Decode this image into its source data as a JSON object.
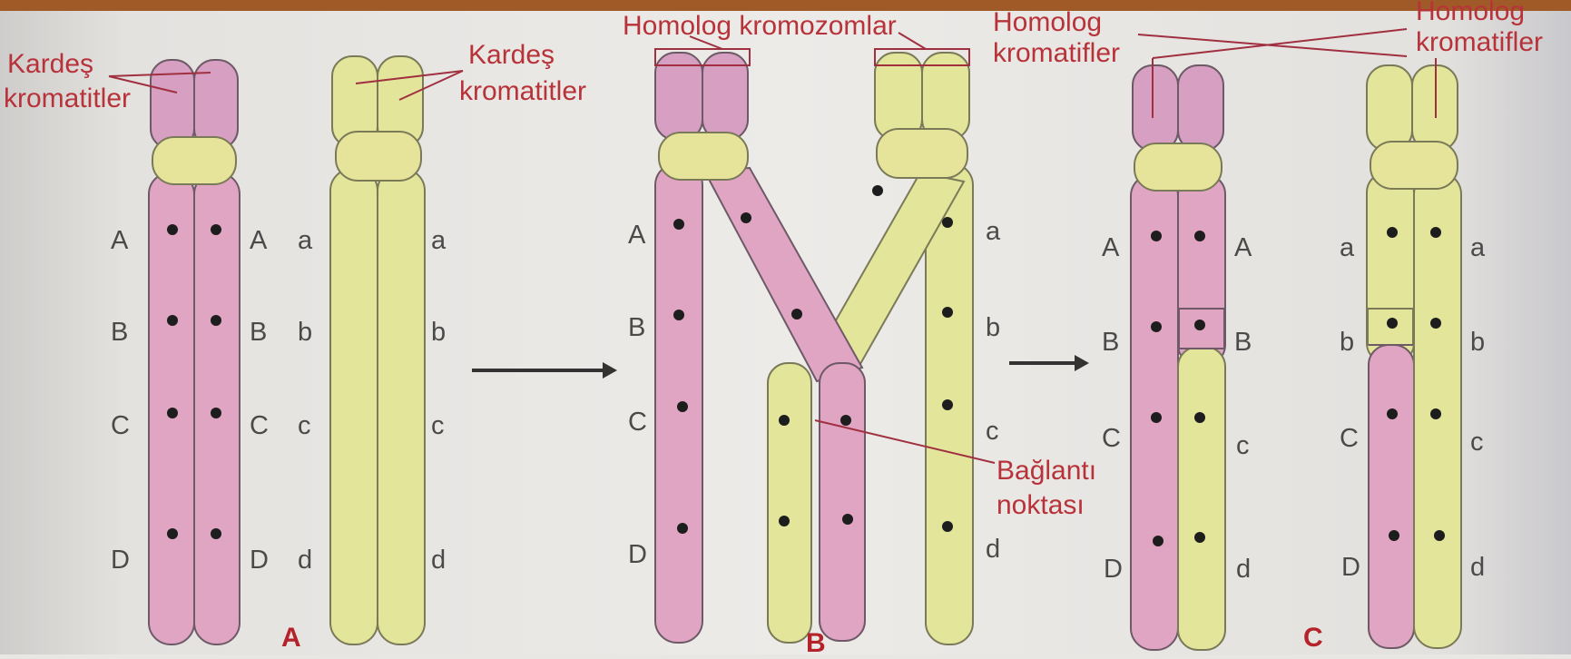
{
  "panels": {
    "a": "A",
    "b": "B",
    "c": "C"
  },
  "labels": {
    "sister_chromatids_1": [
      "Kardeş",
      "kromatitler"
    ],
    "sister_chromatids_2": [
      "Kardeş",
      "kromatitler"
    ],
    "homologous_chromosomes": "Homolog kromozomlar",
    "homologous_chromatids_1": [
      "Homolog",
      "kromatifler"
    ],
    "homologous_chromatids_2": [
      "Homolog",
      "kromatifler"
    ],
    "connection_point": [
      "Bağlantı",
      "noktası"
    ]
  },
  "genes": {
    "upper": [
      "A",
      "B",
      "C",
      "D"
    ],
    "lower": [
      "a",
      "b",
      "c",
      "d"
    ]
  },
  "colors": {
    "paternal": "#e1a5c4",
    "maternal": "#e3e59a",
    "label_red": "#b8323a"
  }
}
